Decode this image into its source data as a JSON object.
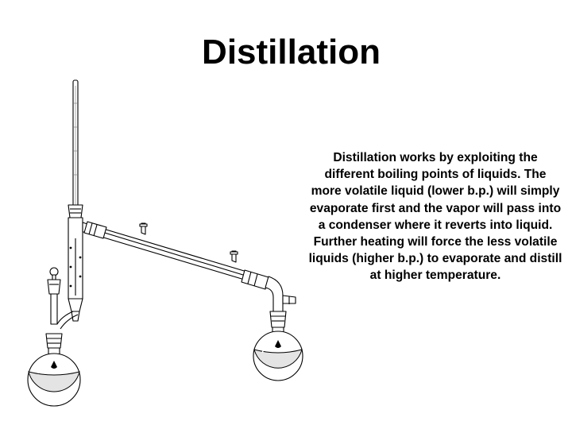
{
  "slide": {
    "title": "Distillation",
    "body": "Distillation works by exploiting the different boiling points of liquids. The more volatile liquid (lower b.p.) will simply evaporate first and the vapor will pass into a condenser where it reverts into liquid. Further heating will force the less volatile liquids (higher b.p.) to evaporate and distill at higher temperature."
  },
  "apparatus": {
    "components": [
      "thermometer",
      "thermometer-adapter",
      "fractionating-column",
      "condenser",
      "vacuum-adapter",
      "distilling-flask",
      "receiving-flask"
    ]
  }
}
